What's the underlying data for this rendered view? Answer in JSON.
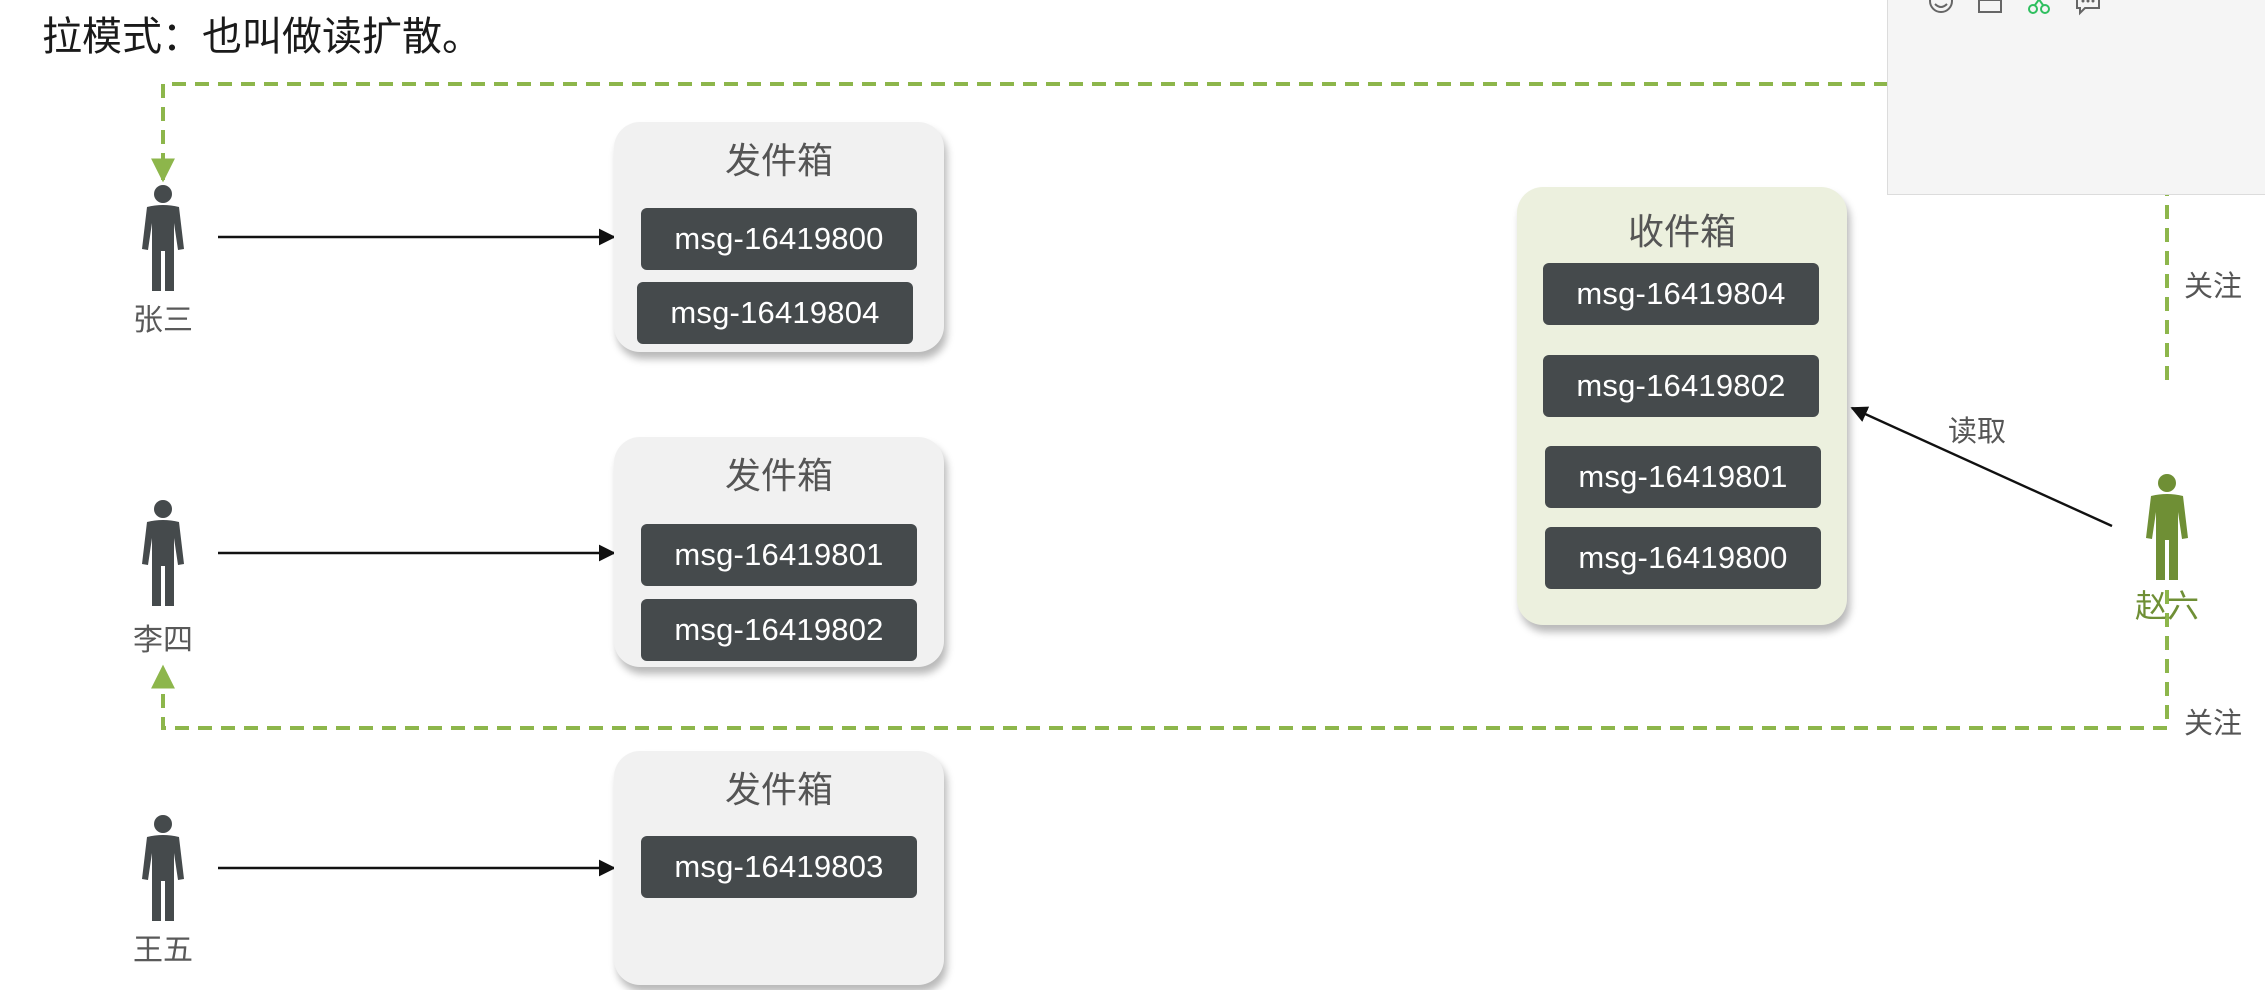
{
  "heading": "拉模式：也叫做读扩散。",
  "senders": [
    {
      "name": "张三",
      "outbox_title": "发件箱",
      "messages": [
        "msg-16419800",
        "msg-16419804"
      ]
    },
    {
      "name": "李四",
      "outbox_title": "发件箱",
      "messages": [
        "msg-16419801",
        "msg-16419802"
      ]
    },
    {
      "name": "王五",
      "outbox_title": "发件箱",
      "messages": [
        "msg-16419803"
      ]
    }
  ],
  "reader": {
    "name": "赵六",
    "inbox_title": "收件箱",
    "messages": [
      "msg-16419804",
      "msg-16419802",
      "msg-16419801",
      "msg-16419800"
    ],
    "read_label": "读取",
    "follow_label_top": "关注",
    "follow_label_bottom": "关注"
  },
  "colors": {
    "person": "#454a4c",
    "reader": "#6f8f35",
    "follow_line": "#8db64b",
    "message_bg": "#454a4c",
    "outbox_bg": "#f1f1f1",
    "inbox_bg": "#ecf0de"
  },
  "popup_icons": [
    "emoji-icon",
    "window-icon",
    "scissors-icon",
    "chat-bubble-icon"
  ]
}
